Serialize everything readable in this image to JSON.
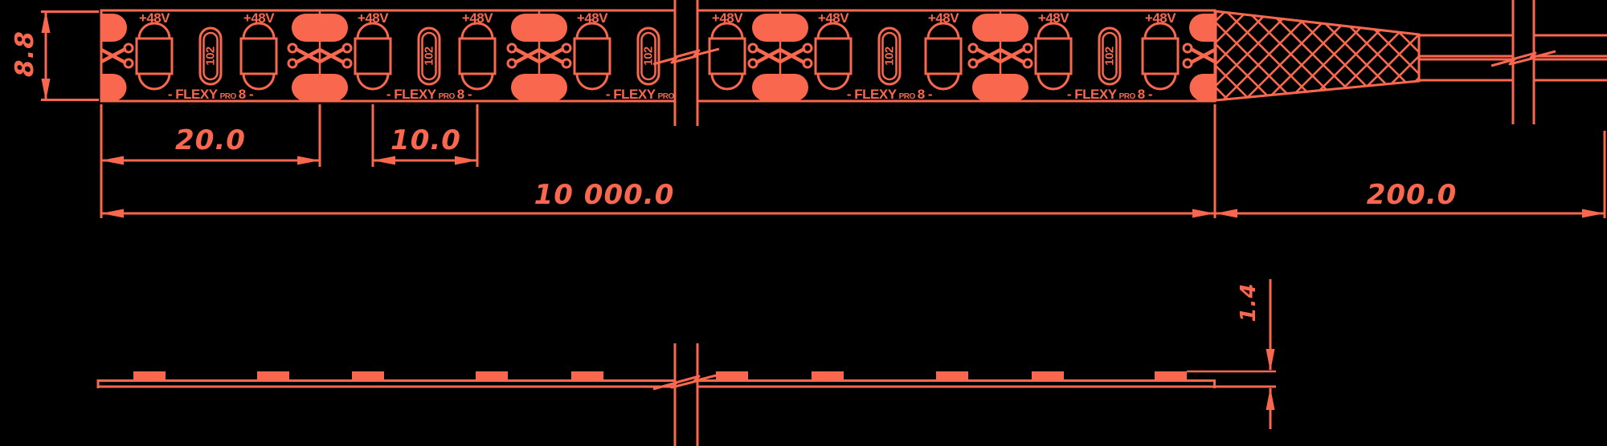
{
  "colors": {
    "accent": "#F9684E",
    "background": "#000000"
  },
  "strip": {
    "voltage_label": "+48V",
    "resistor_code": "102",
    "brand_prefix": "- FLEXY",
    "brand_sub": "PRO",
    "brand_suffix": "8 -"
  },
  "dimensions": {
    "strip_width": "8.8",
    "cut_segment_length": "20.0",
    "led_pitch": "10.0",
    "strip_length": "10 000.0",
    "wire_length": "200.0",
    "strip_thickness": "1.4"
  }
}
